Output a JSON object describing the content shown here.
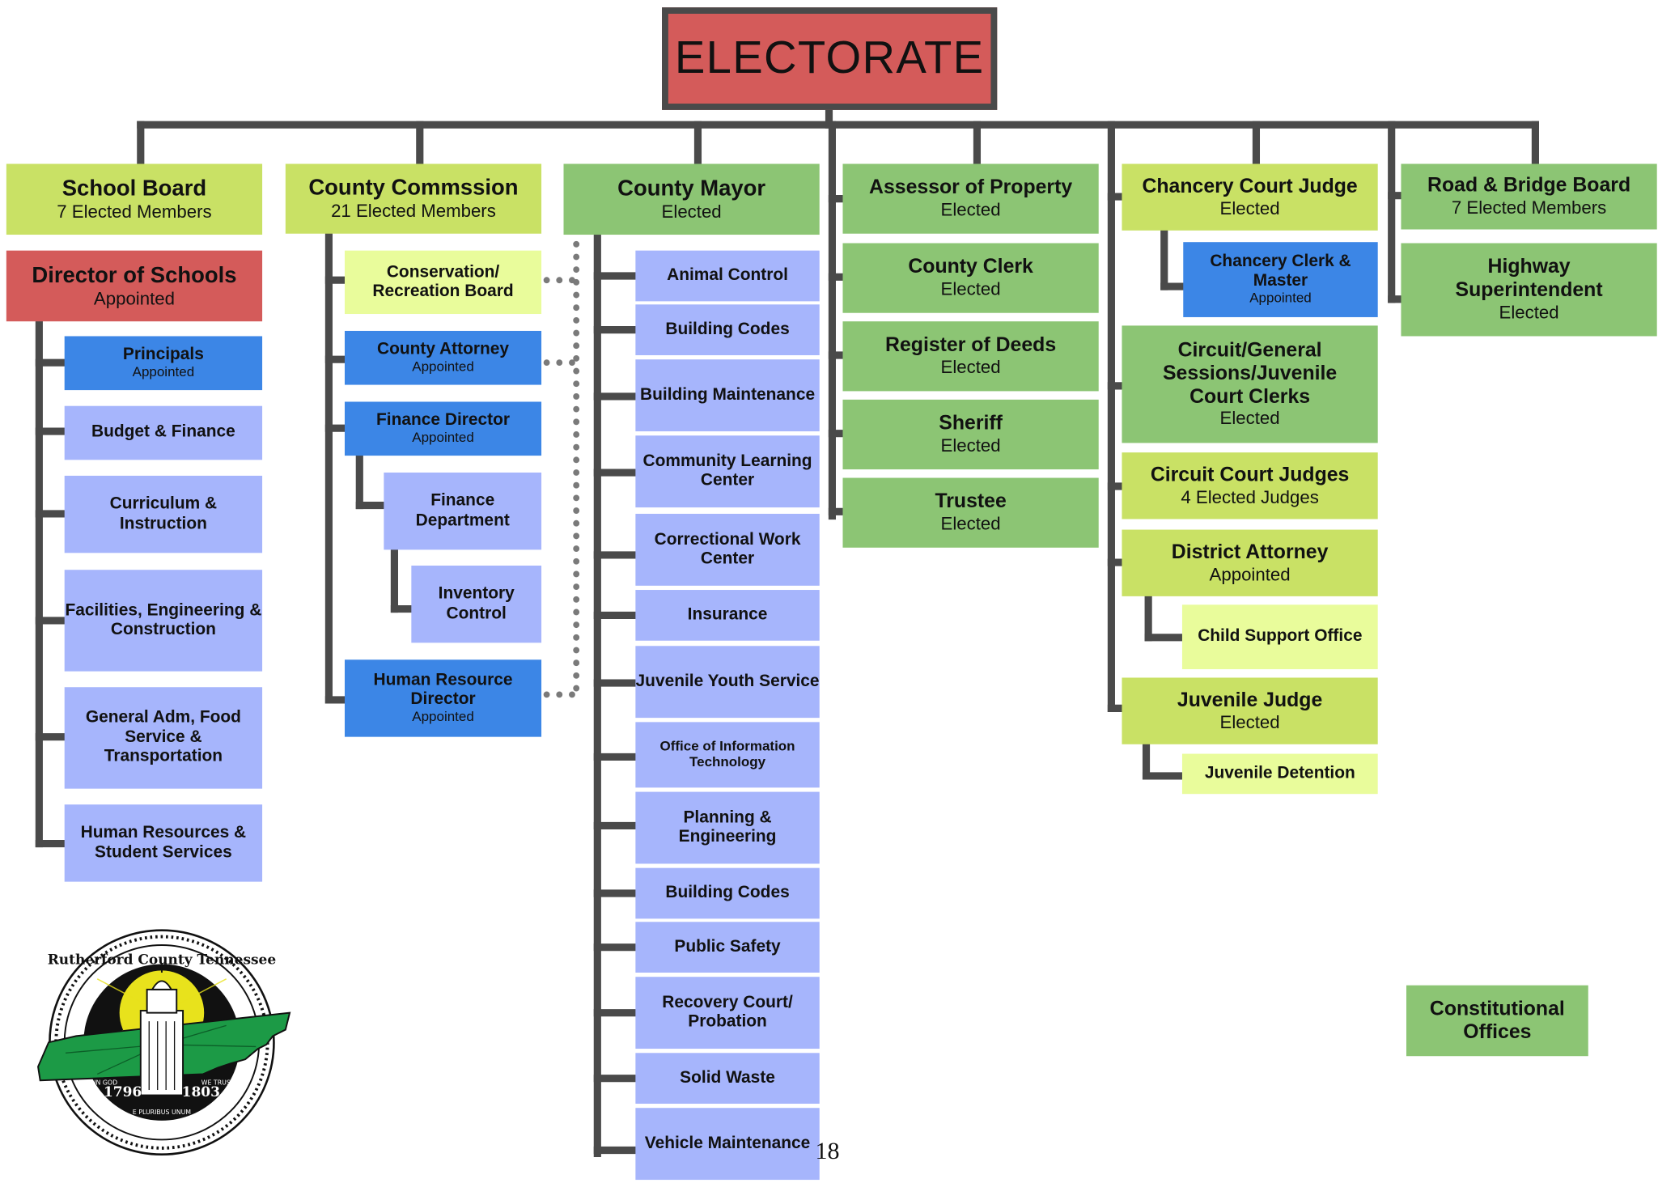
{
  "electorate": "ELECTORATE",
  "school": {
    "board": {
      "title": "School Board",
      "sub": "7 Elected Members"
    },
    "director": {
      "title": "Director of Schools",
      "sub": "Appointed"
    },
    "principals": {
      "title": "Principals",
      "sub": "Appointed"
    },
    "items": [
      "Budget & Finance",
      "Curriculum & Instruction",
      "Facilities, Engineering & Construction",
      "General Adm, Food Service & Transportation",
      "Human Resources & Student Services"
    ]
  },
  "commission": {
    "title": "County Commssion",
    "sub": "21 Elected Members",
    "conservation": "Conservation/ Recreation Board",
    "attorney": {
      "title": "County Attorney",
      "sub": "Appointed"
    },
    "finance_director": {
      "title": "Finance Director",
      "sub": "Appointed"
    },
    "finance_department": "Finance Department",
    "inventory": "Inventory Control",
    "hr_director": {
      "title": "Human Resource Director",
      "sub": "Appointed"
    }
  },
  "mayor": {
    "title": "County Mayor",
    "sub": "Elected",
    "departments": [
      "Animal Control",
      "Building Codes",
      "Building Maintenance",
      "Community Learning Center",
      "Correctional Work Center",
      "Insurance",
      "Juvenile Youth Service",
      "Office of Information Technology",
      "Planning & Engineering",
      "Building Codes",
      "Public Safety",
      "Recovery Court/ Probation",
      "Solid Waste",
      "Vehicle Maintenance"
    ]
  },
  "officials": [
    {
      "title": "Assessor of Property",
      "sub": "Elected"
    },
    {
      "title": "County Clerk",
      "sub": "Elected"
    },
    {
      "title": "Register of Deeds",
      "sub": "Elected"
    },
    {
      "title": "Sheriff",
      "sub": "Elected"
    },
    {
      "title": "Trustee",
      "sub": "Elected"
    }
  ],
  "courts": {
    "chancery_judge": {
      "title": "Chancery Court Judge",
      "sub": "Elected"
    },
    "chancery_clerk": {
      "title": "Chancery Clerk & Master",
      "sub": "Appointed"
    },
    "circuit_clerks": {
      "title": "Circuit/General Sessions/Juvenile Court Clerks",
      "sub": "Elected"
    },
    "circuit_judges": {
      "title": "Circuit Court Judges",
      "sub": "4 Elected Judges"
    },
    "district_attorney": {
      "title": "District Attorney",
      "sub": "Appointed"
    },
    "child_support": "Child Support Office",
    "juvenile_judge": {
      "title": "Juvenile Judge",
      "sub": "Elected"
    },
    "juvenile_detention": "Juvenile Detention"
  },
  "road": {
    "board": {
      "title": "Road & Bridge Board",
      "sub": "7 Elected Members"
    },
    "highway": {
      "title": "Highway Superintendent",
      "sub": "Elected"
    }
  },
  "legend": {
    "label": "Constitutional Offices",
    "color": "#8cc574"
  },
  "page_number": "18",
  "seal": {
    "ring_text": "Rutherford County Tennessee",
    "motto_left": "IN GOD",
    "motto_right": "WE TRUST",
    "year_left": "1796",
    "year_right": "1803",
    "banner": "E PLURIBUS UNUM"
  },
  "colors": {
    "constitutional": "#8cc574",
    "judicial": "#c9e165",
    "judicial_sub": "#e9fc9b",
    "appointed": "#3c86e6",
    "department": "#a6b5fc",
    "electorate": "#d45b5a",
    "connector": "#4a4a4a"
  }
}
